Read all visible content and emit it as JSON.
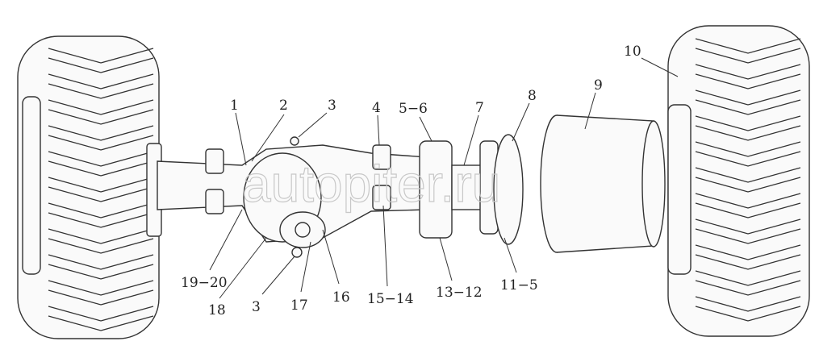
{
  "watermark": "autopiter.ru",
  "labels": {
    "l1": "1",
    "l2": "2",
    "l3a": "3",
    "l4": "4",
    "l56": "5−6",
    "l7": "7",
    "l8": "8",
    "l9": "9",
    "l10": "10",
    "l1920": "19−20",
    "l18": "18",
    "l3b": "3",
    "l17": "17",
    "l16": "16",
    "l1514": "15−14",
    "l1312": "13−12",
    "l115": "11−5"
  }
}
